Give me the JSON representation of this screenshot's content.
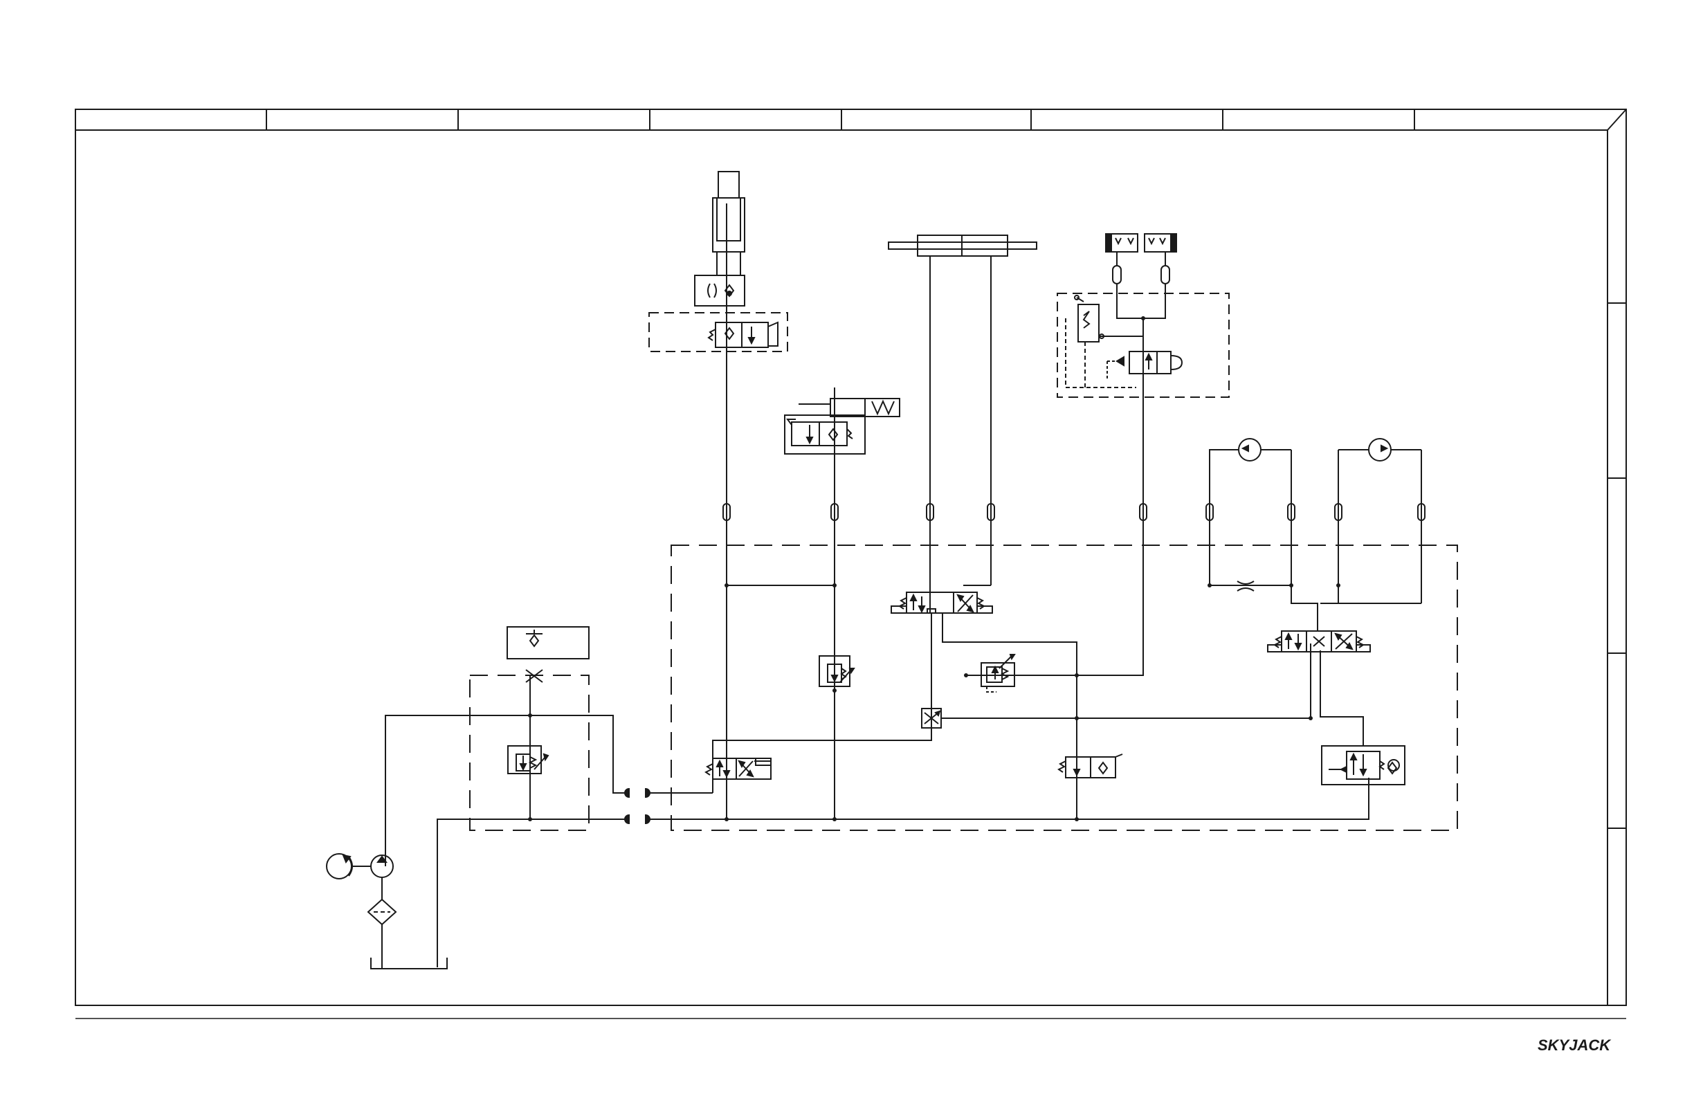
{
  "brand": {
    "logo_text": "SKYJACK"
  },
  "colors": {
    "line": "#1a1a1a",
    "background": "#ffffff"
  },
  "drawing": {
    "title_block": {
      "columns": 8,
      "side_rows": 5
    },
    "components": [
      "lift-cylinder",
      "steer-cylinder",
      "brake-cylinders",
      "drive-motor-left",
      "drive-motor-right",
      "pump",
      "motor",
      "filter",
      "reservoir",
      "main-relief-valve",
      "lift-directional-valve",
      "steer-directional-valve",
      "drive-directional-valve",
      "brake-valve",
      "flow-divider",
      "lowering-valve",
      "check-valve",
      "counterbalance-valve",
      "quick-couplers"
    ]
  }
}
